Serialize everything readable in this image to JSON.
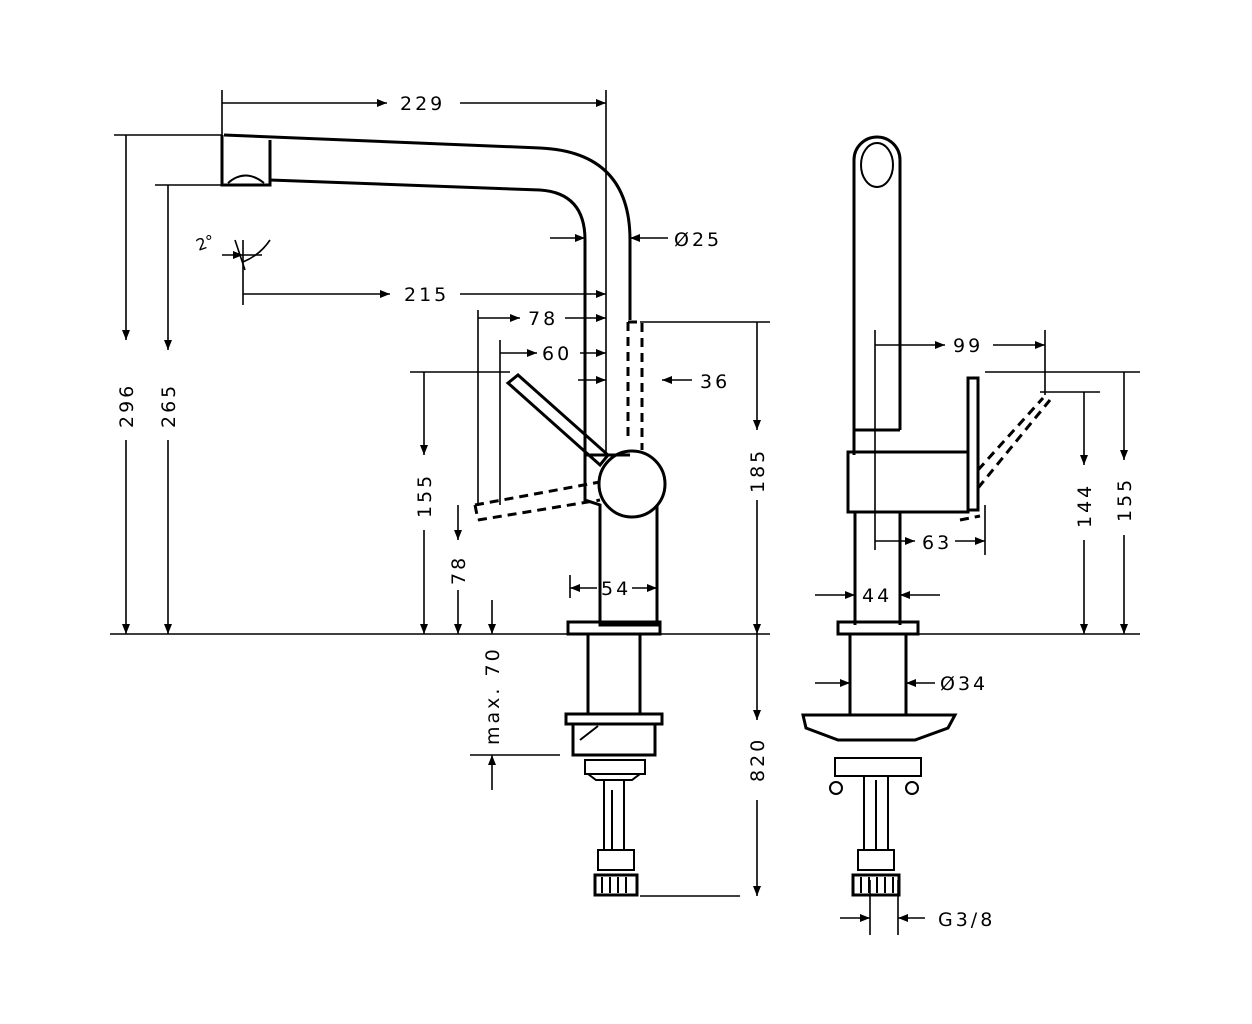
{
  "colors": {
    "line": "#000000",
    "background": "#ffffff"
  },
  "dimensions": {
    "spout_reach_229": "229",
    "spout_diameter": "Ø25",
    "spout_angle": "2°",
    "aerator_to_axis_215": "215",
    "lever_78": "78",
    "lever_60": "60",
    "lever_36": "36",
    "total_height_296": "296",
    "spout_height_265": "265",
    "lever_height_155_left": "155",
    "lever_min_height_78": "78",
    "body_height_185": "185",
    "body_width_54": "54",
    "max_counter": "max. 70",
    "shank_length_820": "820",
    "side_lever_reach_99": "99",
    "side_body_63": "63",
    "side_body_44": "44",
    "shank_diameter": "Ø34",
    "side_lever_144": "144",
    "side_lever_155": "155",
    "connection_thread": "G3/8"
  }
}
